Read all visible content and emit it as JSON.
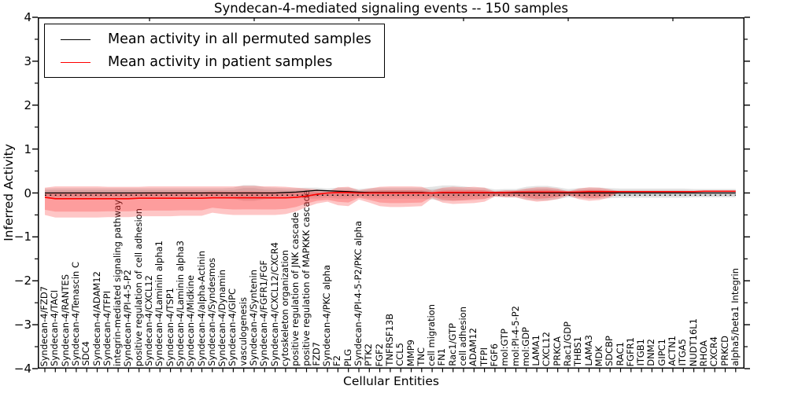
{
  "chart_data": {
    "type": "line",
    "title": "Syndecan-4-mediated signaling events -- 150 samples",
    "xlabel": "Cellular Entities",
    "ylabel": "Inferred Activity",
    "ylim": [
      -4,
      4
    ],
    "yticks": [
      4,
      3,
      2,
      1,
      0,
      -1,
      -2,
      -3,
      -4
    ],
    "grid": false,
    "legend_position": "upper left",
    "sample_count_note": "150 samples",
    "categories": [
      "Syndecan-4/FZD7",
      "Syndecan-4/TACI",
      "Syndecan-4/RANTES",
      "Syndecan-4/Tenascin C",
      "SDC4",
      "Syndecan-4/ADAM12",
      "Syndecan-4/TFPI",
      "integrin-mediated signaling pathway",
      "Syndecan-4/PI-4-5-P2",
      "positive regulation of cell adhesion",
      "Syndecan-4/CXCL12",
      "Syndecan-4/Laminin alpha1",
      "Syndecan-4/TSP1",
      "Syndecan-4/Laminin alpha3",
      "Syndecan-4/Midkine",
      "Syndecan-4/alpha-Actinin",
      "Syndecan-4/Syndesmos",
      "Syndecan-4/Dynamin",
      "Syndecan-4/GIPC",
      "vasculogenesis",
      "Syndecan-4/Syntenin",
      "Syndecan-4/FGFR1/FGF",
      "Syndecan-4/CXCL12/CXCR4",
      "cytoskeleton organization",
      "positive regulation of JNK cascade",
      "positive regulation of MAPKKK cascade",
      "FZD7",
      "Syndecan-4/PKC alpha",
      "F2",
      "PLG",
      "Syndecan-4/PI-4-5-P2/PKC alpha",
      "PTK2",
      "FGF2",
      "TNFRSF13B",
      "CCL5",
      "MMP9",
      "TNC",
      "cell migration",
      "FN1",
      "Rac1/GTP",
      "cell adhesion",
      "ADAM12",
      "TFPI",
      "FGF6",
      "mol:GTP",
      "mol:PI-4-5-P2",
      "mol:GDP",
      "LAMA1",
      "CXCL12",
      "PRKCA",
      "Rac1/GDP",
      "THBS1",
      "LAMA3",
      "MDK",
      "SDCBP",
      "RAC1",
      "FGFR1",
      "ITGB1",
      "DNM2",
      "GIPC1",
      "ACTN1",
      "ITGA5",
      "NUDT16L1",
      "RHOA",
      "CXCR4",
      "PRKCD",
      "alpha5/beta1 Integrin"
    ],
    "series": [
      {
        "name": "Mean activity in all permuted samples",
        "color": "#000000",
        "style": "solid",
        "values": [
          0,
          0,
          0,
          0,
          0,
          0,
          0,
          0,
          0,
          0,
          0,
          0,
          0,
          0,
          0,
          0,
          0,
          0,
          0,
          0,
          0,
          0,
          0,
          0.01,
          0.02,
          0.04,
          0.06,
          0.05,
          0.04,
          0.03,
          0.02,
          0.01,
          0.01,
          0.01,
          0.01,
          0.01,
          0.01,
          0,
          0,
          0,
          0,
          0,
          0,
          0,
          0,
          0,
          0,
          0,
          0,
          0,
          0,
          0,
          0,
          0,
          0,
          0,
          0,
          0,
          0,
          0,
          0,
          0,
          0,
          0,
          0,
          0,
          0
        ]
      },
      {
        "name": "Mean activity in patient samples",
        "color": "#ff0000",
        "style": "solid",
        "values": [
          -0.1,
          -0.13,
          -0.13,
          -0.13,
          -0.13,
          -0.13,
          -0.13,
          -0.13,
          -0.13,
          -0.12,
          -0.12,
          -0.12,
          -0.12,
          -0.12,
          -0.12,
          -0.12,
          -0.11,
          -0.11,
          -0.11,
          -0.11,
          -0.11,
          -0.11,
          -0.11,
          -0.11,
          -0.1,
          -0.07,
          -0.03,
          0,
          0.01,
          0.01,
          0,
          0,
          0,
          0,
          0,
          0,
          0,
          0,
          0.01,
          0.01,
          0.01,
          0.01,
          0.01,
          0.01,
          0.01,
          0.02,
          0.02,
          0.02,
          0.02,
          0.02,
          0.02,
          0.02,
          0.03,
          0.03,
          0.03,
          0.03,
          0.03,
          0.03,
          0.03,
          0.03,
          0.03,
          0.03,
          0.03,
          0.04,
          0.04,
          0.04,
          0.04
        ]
      }
    ],
    "baseline": {
      "name": "zero-reference-dotted",
      "color": "#000000",
      "style": "dotted",
      "value": -0.05
    },
    "bands": [
      {
        "name": "permuted-samples-range",
        "color": "rgba(130,130,130,0.22)",
        "upper": [
          0.1,
          0.11,
          0.11,
          0.11,
          0.11,
          0.11,
          0.11,
          0.11,
          0.11,
          0.11,
          0.11,
          0.11,
          0.11,
          0.11,
          0.11,
          0.11,
          0.11,
          0.11,
          0.12,
          0.18,
          0.18,
          0.13,
          0.12,
          0.11,
          0.11,
          0.12,
          0.12,
          0.1,
          0.12,
          0.12,
          0.09,
          0.11,
          0.12,
          0.12,
          0.12,
          0.12,
          0.12,
          0.14,
          0.17,
          0.17,
          0.15,
          0.12,
          0.12,
          0.08,
          0.09,
          0.09,
          0.14,
          0.16,
          0.16,
          0.13,
          0.09,
          0.11,
          0.12,
          0.12,
          0.11,
          0.1,
          0.1,
          0.1,
          0.1,
          0.1,
          0.1,
          0.1,
          0.09,
          0.09,
          0.09,
          0.09,
          0.09
        ],
        "lower": [
          -0.11,
          -0.12,
          -0.12,
          -0.12,
          -0.12,
          -0.12,
          -0.12,
          -0.12,
          -0.12,
          -0.12,
          -0.12,
          -0.12,
          -0.12,
          -0.12,
          -0.12,
          -0.12,
          -0.12,
          -0.12,
          -0.13,
          -0.18,
          -0.18,
          -0.14,
          -0.13,
          -0.12,
          -0.12,
          -0.13,
          -0.13,
          -0.11,
          -0.13,
          -0.13,
          -0.1,
          -0.12,
          -0.13,
          -0.13,
          -0.13,
          -0.13,
          -0.13,
          -0.15,
          -0.18,
          -0.18,
          -0.16,
          -0.13,
          -0.13,
          -0.09,
          -0.1,
          -0.1,
          -0.15,
          -0.17,
          -0.17,
          -0.14,
          -0.1,
          -0.12,
          -0.13,
          -0.13,
          -0.12,
          -0.11,
          -0.11,
          -0.11,
          -0.11,
          -0.11,
          -0.11,
          -0.11,
          -0.1,
          -0.1,
          -0.1,
          -0.1,
          -0.1
        ]
      },
      {
        "name": "patient-samples-range",
        "color": "rgba(250,50,50,0.28)",
        "upper": [
          0.12,
          0.15,
          0.15,
          0.15,
          0.15,
          0.15,
          0.14,
          0.14,
          0.14,
          0.14,
          0.15,
          0.15,
          0.15,
          0.15,
          0.15,
          0.15,
          0.15,
          0.15,
          0.15,
          0.16,
          0.16,
          0.15,
          0.15,
          0.14,
          0.12,
          0.1,
          0.08,
          0.03,
          0.13,
          0.14,
          0.06,
          0.1,
          0.14,
          0.15,
          0.15,
          0.15,
          0.14,
          0.05,
          0.12,
          0.14,
          0.13,
          0.14,
          0.12,
          0.03,
          0.06,
          0.06,
          0.1,
          0.13,
          0.13,
          0.1,
          0.03,
          0.1,
          0.13,
          0.12,
          0.08,
          0.03,
          0.03,
          0.03,
          0.03,
          0.03,
          0.03,
          0.03,
          0.03,
          0.04,
          0.04,
          0.04,
          0.04
        ],
        "lower": [
          -0.5,
          -0.56,
          -0.56,
          -0.56,
          -0.56,
          -0.56,
          -0.55,
          -0.55,
          -0.55,
          -0.53,
          -0.53,
          -0.53,
          -0.53,
          -0.52,
          -0.52,
          -0.52,
          -0.45,
          -0.48,
          -0.5,
          -0.5,
          -0.5,
          -0.5,
          -0.5,
          -0.48,
          -0.42,
          -0.32,
          -0.24,
          -0.2,
          -0.28,
          -0.3,
          -0.15,
          -0.22,
          -0.3,
          -0.32,
          -0.32,
          -0.31,
          -0.3,
          -0.12,
          -0.22,
          -0.25,
          -0.24,
          -0.23,
          -0.2,
          -0.08,
          -0.1,
          -0.1,
          -0.16,
          -0.2,
          -0.18,
          -0.14,
          -0.06,
          -0.14,
          -0.18,
          -0.16,
          -0.1,
          0.03,
          0.03,
          0.03,
          0.03,
          0.03,
          0.03,
          0.03,
          0.03,
          0.04,
          0.04,
          0.04,
          0.04
        ]
      }
    ]
  }
}
